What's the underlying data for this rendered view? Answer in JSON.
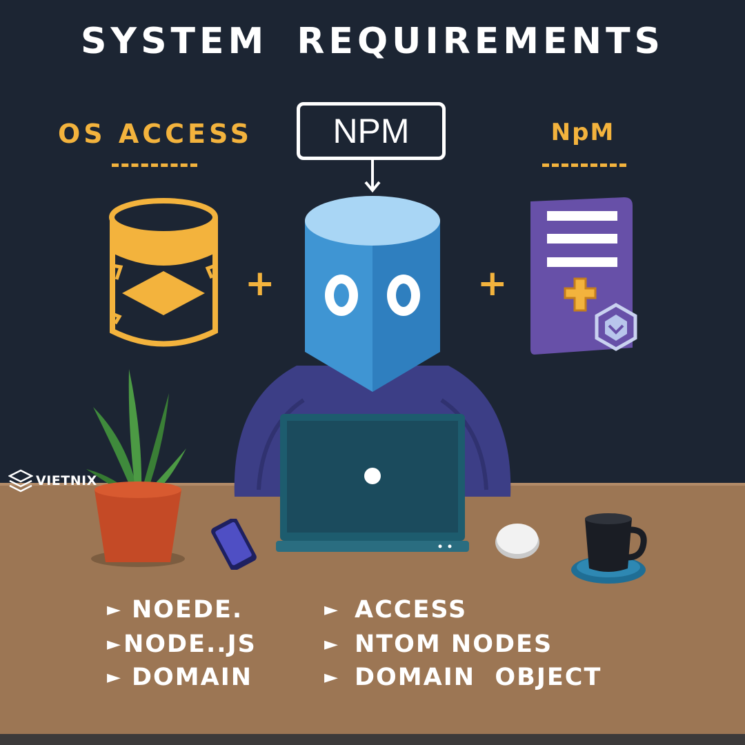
{
  "title": "SYSTEM  REQUIREMENTS",
  "labels": {
    "left": "OS ACCESS",
    "center": "NPM",
    "right": "NpM"
  },
  "plus_sign": "+",
  "brand": {
    "name": "VIETNIX",
    "icon": "stacked-layers-icon"
  },
  "requirements": {
    "arrow": "►",
    "left": [
      "NOEDE.",
      "NODE..JS",
      "DOMAIN"
    ],
    "right": [
      "ACCESS",
      "NTOM NODES",
      "DOMAIN  OBJECT"
    ]
  },
  "colors": {
    "background": "#1c2533",
    "accent": "#f3b33d",
    "desk": "#9c7654",
    "mascot": "#3f95d3",
    "hoodie": "#3c3e86",
    "document": "#6750a8"
  }
}
